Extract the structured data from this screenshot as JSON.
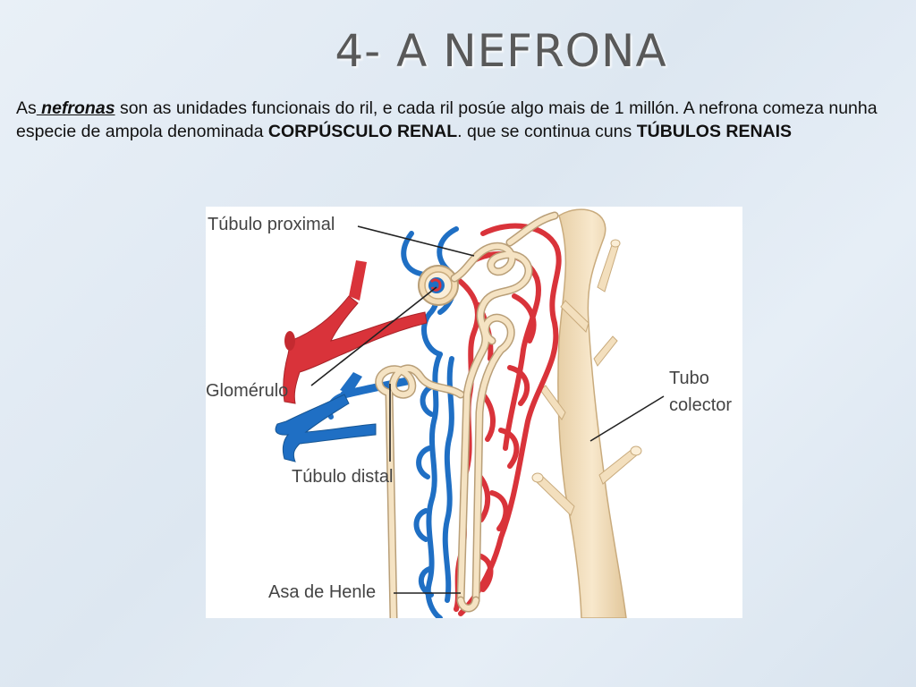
{
  "slide": {
    "title": "4- A NEFRONA"
  },
  "intro": {
    "part1": "As",
    "term_nefronas": " nefronas",
    "part2": " son as unidades funcionais do ril, e cada ril posúe algo mais de 1 millón. A nefrona comeza nunha especie de ampola denominada ",
    "term_corpusculo": "CORPÚSCULO RENAL",
    "part3": ". que se continua cuns ",
    "term_tubulos": "TÚBULOS RENAIS"
  },
  "diagram": {
    "labels": {
      "tubulo_proximal": "Túbulo proximal",
      "glomerulo": "Glomérulo",
      "tubulo_distal": "Túbulo distal",
      "asa_de_henle": "Asa de Henle",
      "tubo": "Tubo",
      "colector": "colector"
    },
    "colors": {
      "artery": "#d9333a",
      "vein": "#1f6fc4",
      "tubule": "#f2dcb8",
      "tubule_edge": "#b99f78",
      "leader": "#222222"
    }
  }
}
